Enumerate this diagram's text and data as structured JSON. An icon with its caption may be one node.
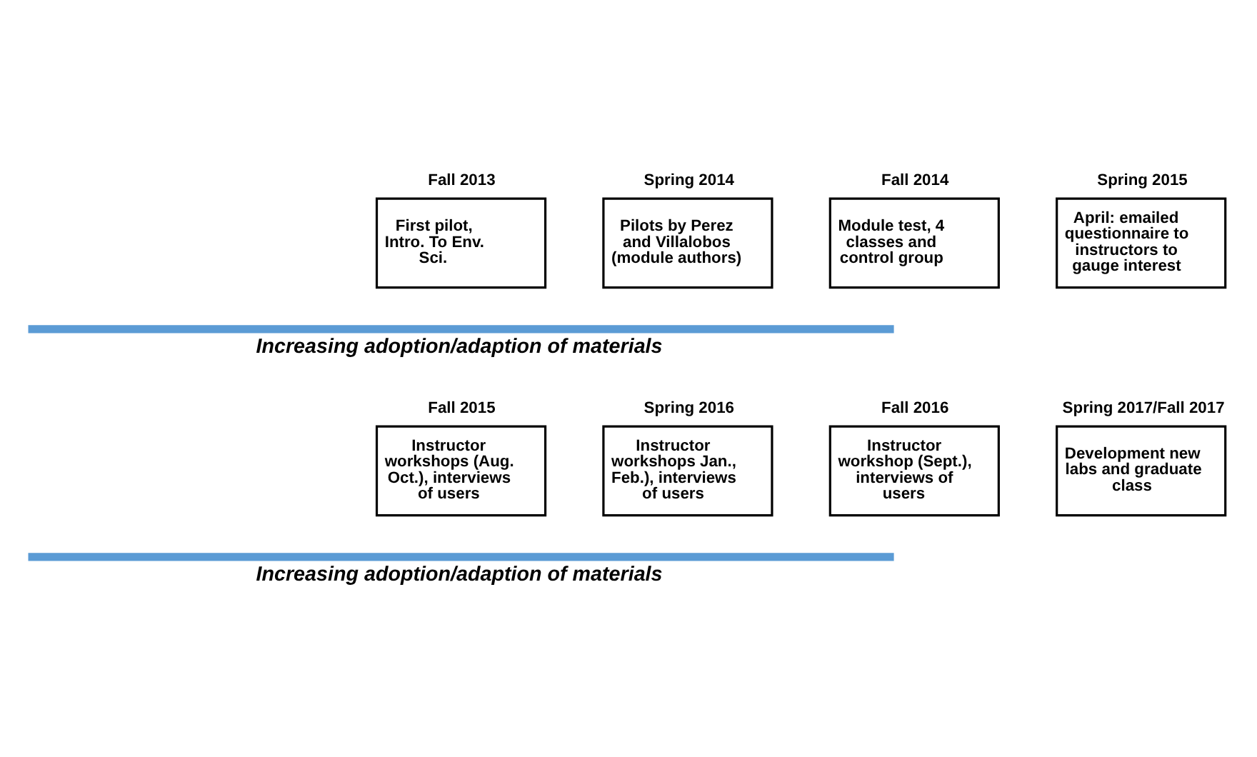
{
  "diagram": {
    "nodes": [
      {
        "text": [
          "Fall 2013",
          "First pilot, Intro. To Env. Sci."
        ]
      },
      {
        "text": [
          "Spring 2014",
          "Pilots by Perez and Villalobos (module authors)"
        ]
      },
      {
        "text": [
          "Fall 2014",
          "Module test, 4 classes and control group"
        ]
      },
      {
        "text": [
          "Spring 2015",
          "April: emailed questionnaire to instructors to gauge interest"
        ]
      },
      {
        "text": [
          "Fall 2015",
          "Instructor workshops (Aug. Oct.), interviews of users"
        ]
      },
      {
        "text": [
          "Spring 2016",
          "Instructor workshops Jan., Feb.), interviews of users"
        ]
      },
      {
        "text": [
          "Fall 2016",
          "Instructor workshop (Sept.), interviews of users"
        ]
      },
      {
        "text": [
          "Spring 2017/Fall 2017",
          "Development new labs and graduate class"
        ]
      }
    ],
    "edges": [],
    "labels": [
      "Increasing adoption/adaption of materials",
      "Increasing adoption/adaption of materials"
    ]
  }
}
